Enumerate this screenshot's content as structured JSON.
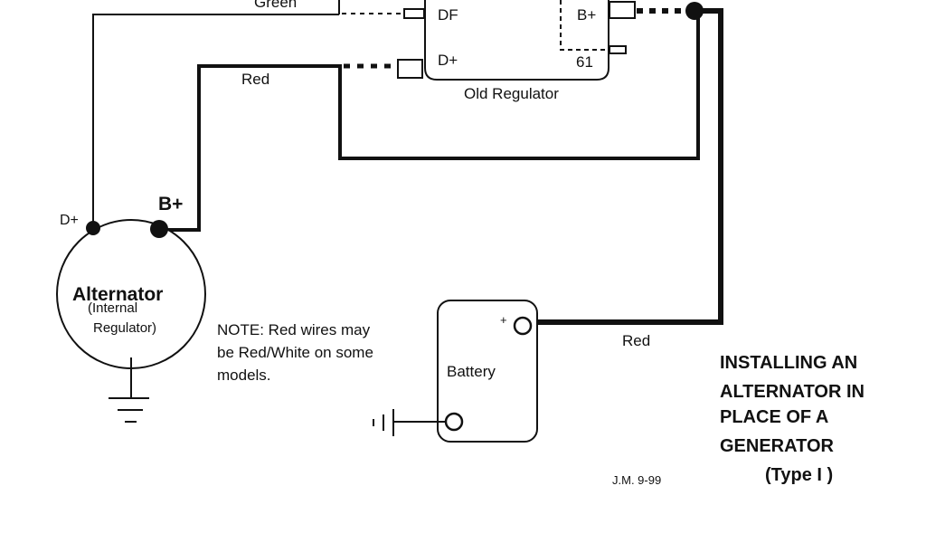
{
  "title": {
    "line1": "INSTALLING AN",
    "line2": "ALTERNATOR  IN",
    "line3": "PLACE OF A",
    "line4": "GENERATOR",
    "line5": "(Type  I )"
  },
  "author": "J.M.  9-99",
  "note": {
    "line1": "NOTE: Red wires may",
    "line2": "be Red/White on some",
    "line3": "models."
  },
  "alternator": {
    "label": "Alternator",
    "sub1": "(Internal",
    "sub2": "Regulator)",
    "terminal_dplus": "D+",
    "terminal_bplus": "B+"
  },
  "regulator": {
    "label": "Old Regulator",
    "terminal_df": "DF",
    "terminal_dplus": "D+",
    "terminal_bplus": "B+",
    "terminal_61": "61"
  },
  "battery": {
    "label": "Battery",
    "plus": "+"
  },
  "wires": {
    "green": "Green",
    "red_top": "Red",
    "red_bottom": "Red"
  }
}
